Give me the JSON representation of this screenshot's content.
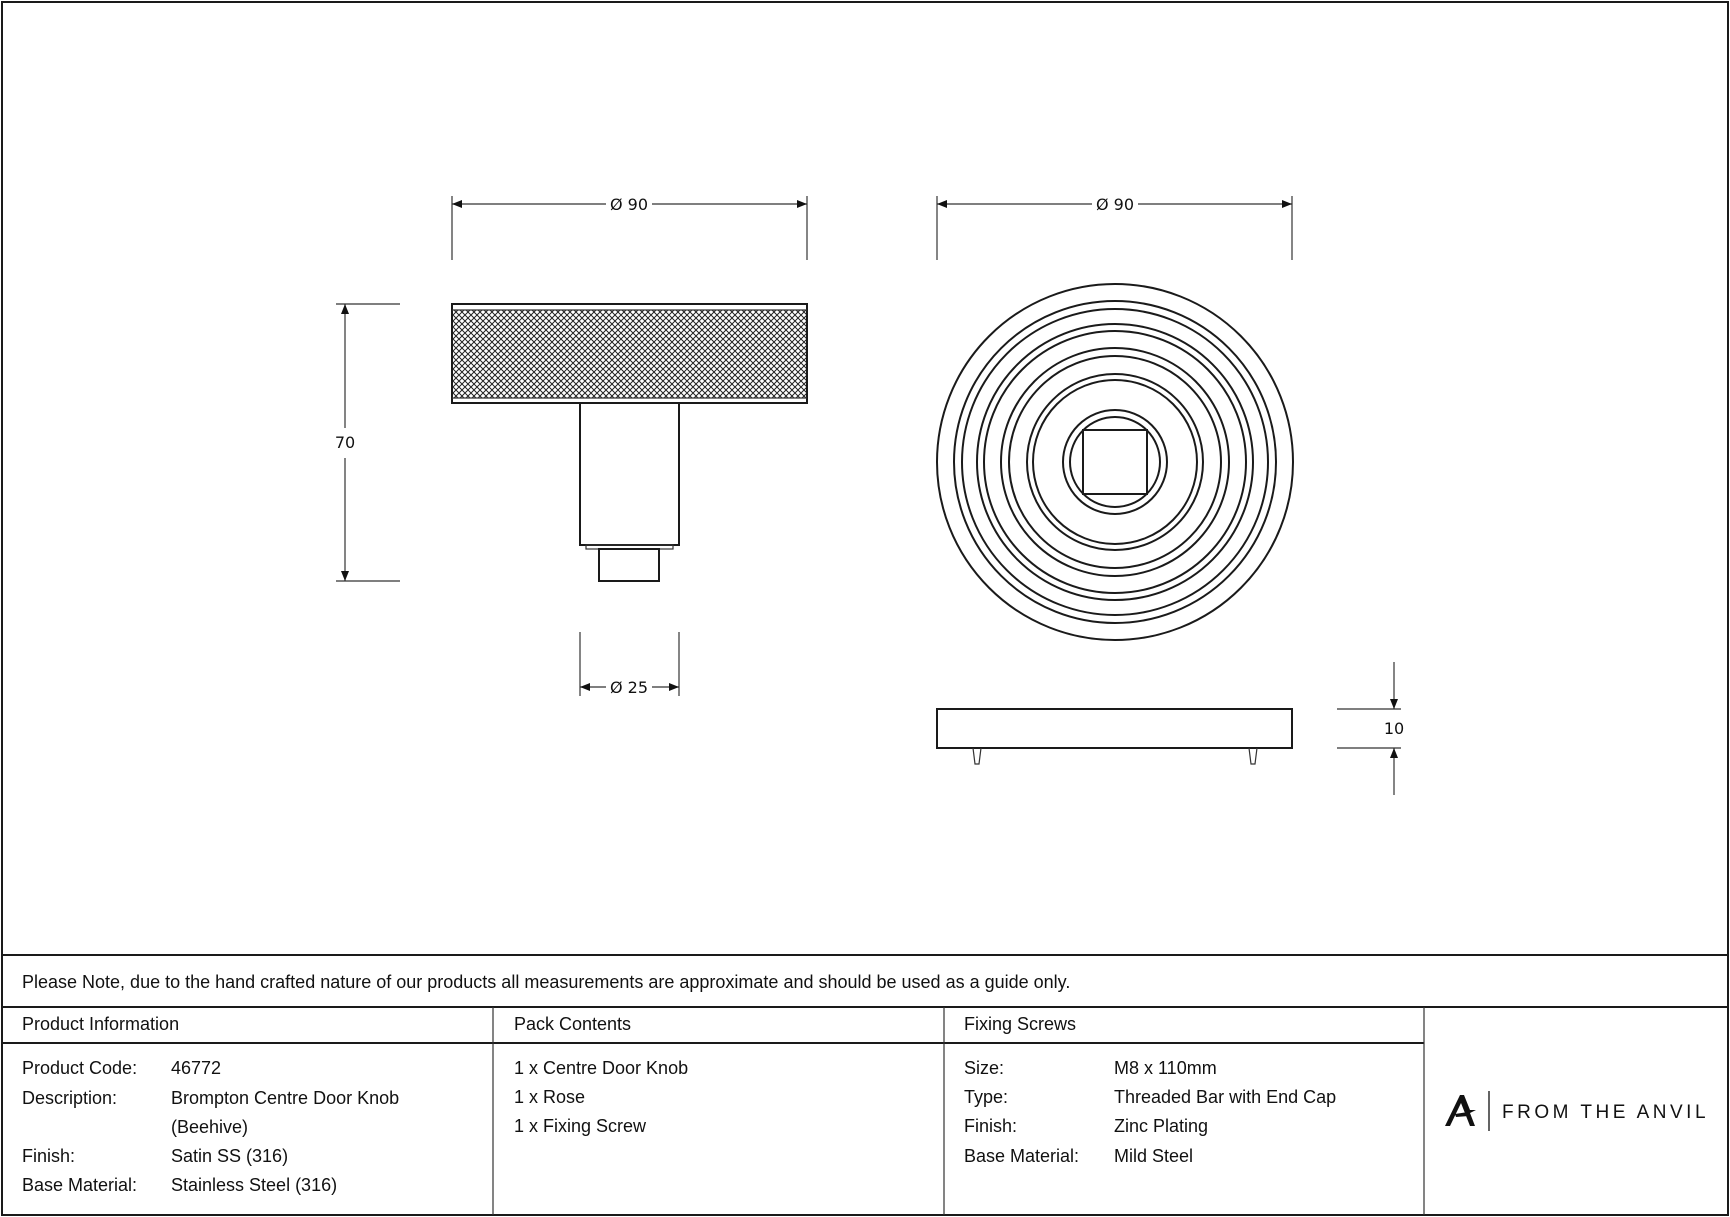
{
  "drawing": {
    "knob_diameter": "Ø 90",
    "knob_height": "70",
    "stem_diameter": "Ø 25",
    "rose_diameter": "Ø 90",
    "rose_thickness": "10"
  },
  "note": "Please Note, due to the hand crafted nature of our products all measurements are approximate and should be used as a guide only.",
  "product_info": {
    "heading": "Product Information",
    "rows": [
      {
        "label": "Product Code:",
        "value": "46772"
      },
      {
        "label": "Description:",
        "value": "Brompton Centre Door Knob"
      },
      {
        "label": "",
        "value": "(Beehive)"
      },
      {
        "label": "Finish:",
        "value": "Satin SS (316)"
      },
      {
        "label": "Base Material:",
        "value": "Stainless Steel (316)"
      }
    ]
  },
  "pack_contents": {
    "heading": "Pack Contents",
    "items": [
      "1 x Centre Door Knob",
      "1 x Rose",
      "1 x Fixing Screw"
    ]
  },
  "fixing_screws": {
    "heading": "Fixing Screws",
    "rows": [
      {
        "label": "Size:",
        "value": "M8 x 110mm"
      },
      {
        "label": "Type:",
        "value": "Threaded Bar with End Cap"
      },
      {
        "label": "Finish:",
        "value": "Zinc Plating"
      },
      {
        "label": "Base Material:",
        "value": "Mild Steel"
      }
    ]
  },
  "logo": {
    "text": "FROM THE ANVIL",
    "icon": "anvil-a-logo-icon"
  }
}
